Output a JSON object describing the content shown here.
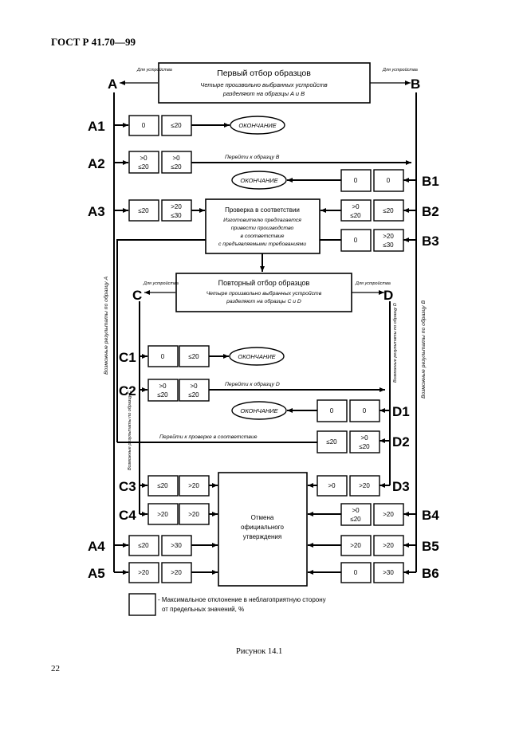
{
  "header": {
    "standard_id": "ГОСТ Р 41.70—99"
  },
  "footer": {
    "figure_caption": "Рисунок 14.1",
    "page_number": "22"
  },
  "boxes": {
    "first_sampling": {
      "title": "Первый отбор образцов",
      "line1": "Четыре произвольно выбранных устройств",
      "line2": "разделяют на образцы A и B"
    },
    "conformity_check": {
      "title": "Проверка в соответствии",
      "line1": "Изготовителю предлагается",
      "line2": "привести производство",
      "line3": "в соответствие",
      "line4": "с предъявляемыми требованиями"
    },
    "repeat_sampling": {
      "title": "Повторный отбор образцов",
      "line1": "Четыре произвольно выбранных устройств",
      "line2": "разделяют на образцы C и D"
    },
    "withdrawal": {
      "line1": "Отмена",
      "line2": "официального",
      "line3": "утверждения"
    },
    "end": "ОКОНЧАНИЕ"
  },
  "arrows": {
    "to_device_left": "Для устройства",
    "to_device_right": "Для устройства",
    "to_device_c": "Для устройства",
    "to_device_d": "Для устройства",
    "go_to_b": "Перейти к образцу B",
    "go_to_d": "Перейти к образцу D",
    "go_to_conformity": "Перейти к проверке в соответствие"
  },
  "vertical_notes": {
    "possible_a": "Возможные результаты по образцу A",
    "possible_b": "Возможные результаты по образцу B",
    "possible_c": "Возможные результаты по образцу C",
    "possible_d": "Возможные результаты по образцу D"
  },
  "nodes": {
    "A": "A",
    "B": "B",
    "C": "C",
    "D": "D"
  },
  "rows": {
    "A1": {
      "label": "A1",
      "c1": "0",
      "c2": "≤20"
    },
    "A2": {
      "label": "A2",
      "c1a": ">0",
      "c1b": "≤20",
      "c2a": ">0",
      "c2b": "≤20"
    },
    "A3": {
      "label": "A3",
      "c1": "≤20",
      "c2a": ">20",
      "c2b": "≤30"
    },
    "A4": {
      "label": "A4",
      "c1": "≤20",
      "c2": ">30"
    },
    "A5": {
      "label": "A5",
      "c1": ">20",
      "c2": ">20"
    },
    "B1": {
      "label": "B1",
      "c1": "0",
      "c2": "0"
    },
    "B2": {
      "label": "B2",
      "c1a": ">0",
      "c1b": "≤20",
      "c2": "≤20"
    },
    "B3": {
      "label": "B3",
      "c1": "0",
      "c2a": ">20",
      "c2b": "≤30"
    },
    "B4": {
      "label": "B4",
      "c1a": ">0",
      "c1b": "≤20",
      "c2": ">20"
    },
    "B5": {
      "label": "B5",
      "c1": ">20",
      "c2": ">20"
    },
    "B6": {
      "label": "B6",
      "c1": "0",
      "c2": ">30"
    },
    "C1": {
      "label": "C1",
      "c1": "0",
      "c2": "≤20"
    },
    "C2": {
      "label": "C2",
      "c1a": ">0",
      "c1b": "≤20",
      "c2a": ">0",
      "c2b": "≤20"
    },
    "C3": {
      "label": "C3",
      "c1": "≤20",
      "c2": ">20"
    },
    "C4": {
      "label": "C4",
      "c1": ">20",
      "c2": ">20"
    },
    "D1": {
      "label": "D1",
      "c1": "0",
      "c2": "0"
    },
    "D2": {
      "label": "D2",
      "c1": "≤20",
      "c2a": ">0",
      "c2b": "≤20"
    },
    "D3": {
      "label": "D3",
      "c1": ">0",
      "c2": ">20"
    }
  },
  "legend": {
    "line1": "- Максимальное отклонение в неблагоприятную сторону",
    "line2": "от предельных значений, %"
  }
}
